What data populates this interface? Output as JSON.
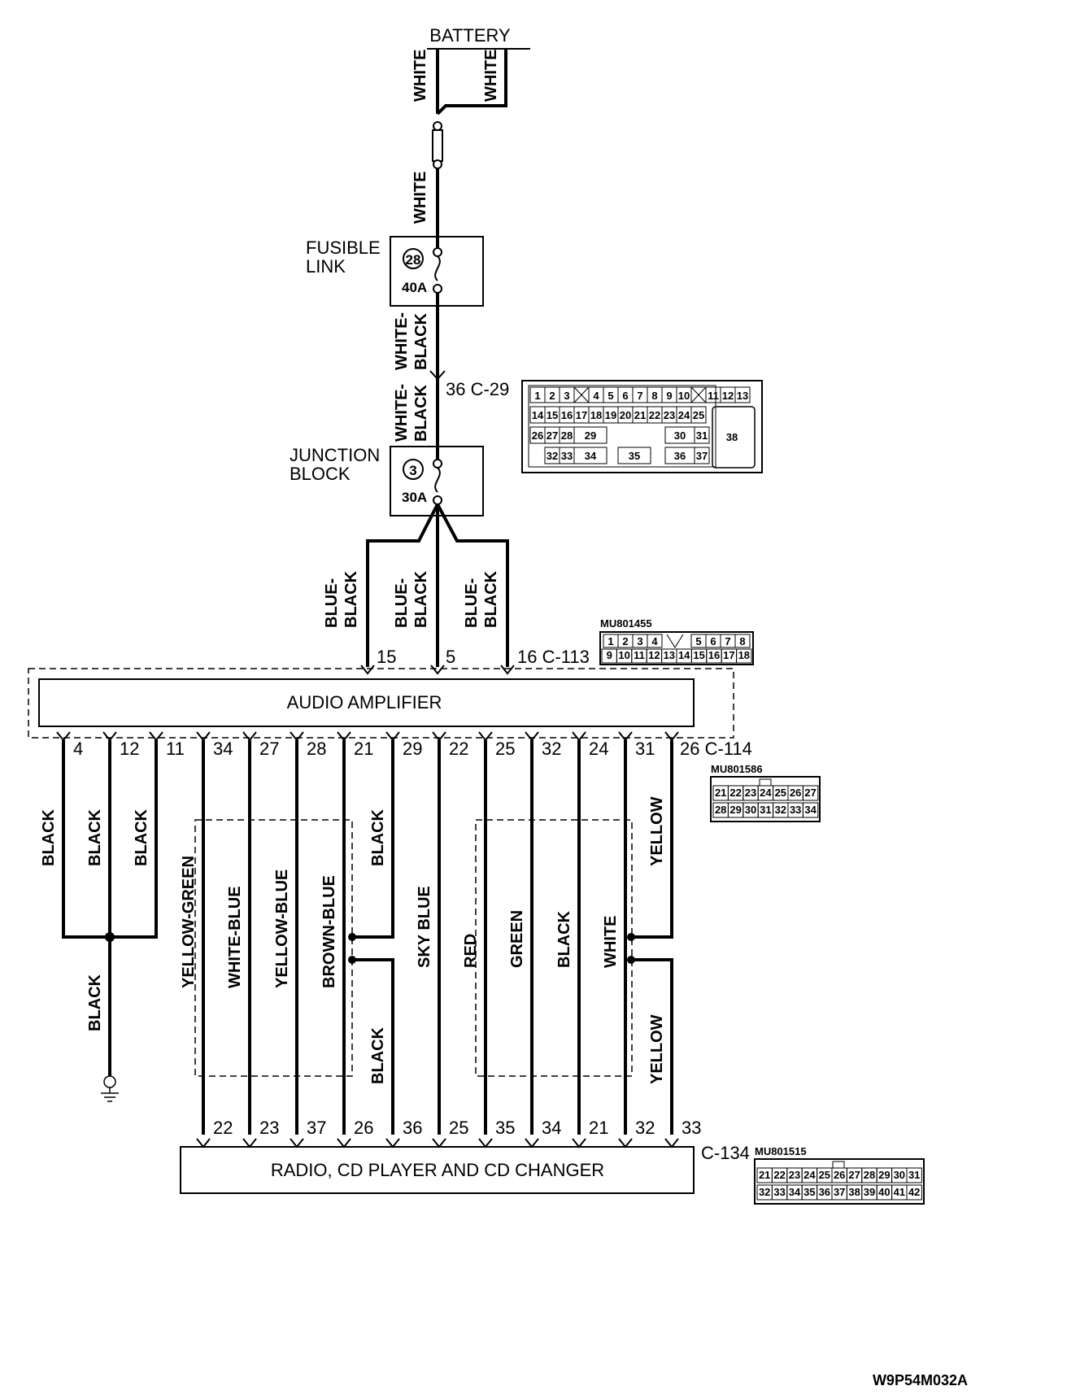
{
  "battery_label": "BATTERY",
  "fusible_link": {
    "title_line1": "FUSIBLE",
    "title_line2": "LINK",
    "number": "28",
    "rating": "40A"
  },
  "junction_block": {
    "title_line1": "JUNCTION",
    "title_line2": "BLOCK",
    "number": "3",
    "rating": "30A"
  },
  "connector_c29": {
    "label": "36  C-29",
    "cells_row1": [
      "1",
      "2",
      "3",
      "4",
      "5",
      "6",
      "7",
      "8",
      "9",
      "10",
      "11",
      "12",
      "13"
    ],
    "cells_row2": [
      "14",
      "15",
      "16",
      "17",
      "18",
      "19",
      "20",
      "21",
      "22",
      "23",
      "24",
      "25"
    ],
    "cells_row3": [
      "26",
      "27",
      "28",
      "29",
      "30",
      "31"
    ],
    "cells_row4": [
      "32",
      "33",
      "34",
      "35",
      "36",
      "37"
    ],
    "cell_big": "38"
  },
  "connector_c113": {
    "label": "16  C-113",
    "part_no": "MU801455",
    "row1": [
      "1",
      "2",
      "3",
      "4",
      "5",
      "6",
      "7",
      "8"
    ],
    "row2": [
      "9",
      "10",
      "11",
      "12",
      "13",
      "14",
      "15",
      "16",
      "17",
      "18"
    ]
  },
  "connector_c114": {
    "label": "26  C-114",
    "part_no": "MU801586",
    "row1": [
      "21",
      "22",
      "23",
      "24",
      "25",
      "26",
      "27"
    ],
    "row2": [
      "28",
      "29",
      "30",
      "31",
      "32",
      "33",
      "34"
    ]
  },
  "connector_c134": {
    "label": "C-134",
    "part_no": "MU801515",
    "row1": [
      "21",
      "22",
      "23",
      "24",
      "25",
      "26",
      "27",
      "28",
      "29",
      "30",
      "31"
    ],
    "row2": [
      "32",
      "33",
      "34",
      "35",
      "36",
      "37",
      "38",
      "39",
      "40",
      "41",
      "42"
    ]
  },
  "audio_amplifier": "AUDIO AMPLIFIER",
  "radio": "RADIO, CD PLAYER AND CD CHANGER",
  "top_wires": [
    "WHITE",
    "WHITE",
    "WHITE",
    "WHITE-",
    "BLACK",
    "WHITE-",
    "BLACK"
  ],
  "amp_input_pins": [
    "15",
    "5"
  ],
  "amp_input_wires": [
    "BLUE-",
    "BLACK"
  ],
  "amp_output_pins": [
    "4",
    "12",
    "11",
    "34",
    "27",
    "28",
    "21",
    "29",
    "22",
    "25",
    "32",
    "24",
    "31"
  ],
  "radio_pins": [
    "22",
    "23",
    "37",
    "26",
    "36",
    "25",
    "35",
    "34",
    "21",
    "32",
    "33"
  ],
  "wire_colors": {
    "black": "BLACK",
    "yellow_green": "YELLOW-GREEN",
    "white_blue": "WHITE-BLUE",
    "yellow_blue": "YELLOW-BLUE",
    "brown_blue": "BROWN-BLUE",
    "sky_blue": "SKY BLUE",
    "red": "RED",
    "green": "GREEN",
    "white": "WHITE",
    "yellow": "YELLOW"
  },
  "figure_id": "W9P54M032A"
}
